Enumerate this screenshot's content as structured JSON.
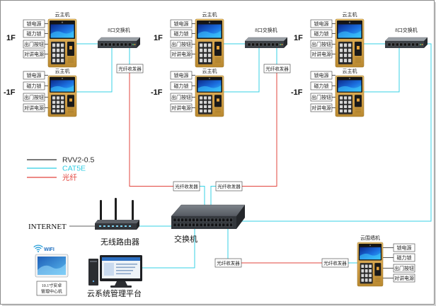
{
  "colors": {
    "rvv_line": "#2b2b2b",
    "cat5e_line": "#37d2e6",
    "fiber_line": "#e2453e",
    "panel_gold": "#d8aa52",
    "switch_body": "#3b4046",
    "frame": "#8c8c8c"
  },
  "legend": [
    {
      "label": "RVV2-0.5",
      "color": "#2b2b2b"
    },
    {
      "label": "CAT5E",
      "color": "#2fcde3"
    },
    {
      "label": "光纤",
      "color": "#e2453e"
    }
  ],
  "groups": [
    {
      "upper": {
        "floor": "1F",
        "host_label": "云主机",
        "terminals": [
          "锁电源",
          "磁力锁",
          "出门按钮",
          "对讲电源"
        ]
      },
      "lower": {
        "floor": "-1F",
        "host_label": "云主机",
        "terminals": [
          "锁电源",
          "磁力锁",
          "出门按钮",
          "对讲电源"
        ]
      },
      "switch_label": "8口交换机",
      "transceiver_label": "光纤收发器"
    },
    {
      "upper": {
        "floor": "1F",
        "host_label": "云主机",
        "terminals": [
          "锁电源",
          "磁力锁",
          "出门按钮",
          "对讲电源"
        ]
      },
      "lower": {
        "floor": "-1F",
        "host_label": "云主机",
        "terminals": [
          "锁电源",
          "磁力锁",
          "出门按钮",
          "对讲电源"
        ]
      },
      "switch_label": "8口交换机",
      "transceiver_label": "光纤收发器"
    },
    {
      "upper": {
        "floor": "1F",
        "host_label": "云主机",
        "terminals": [
          "锁电源",
          "磁力锁",
          "出门按钮",
          "对讲电源"
        ]
      },
      "lower": {
        "floor": "-1F",
        "host_label": "云主机",
        "terminals": [
          "锁电源",
          "磁力锁",
          "出门按钮",
          "对讲电源"
        ]
      },
      "switch_label": "8口交换机"
    }
  ],
  "core": {
    "switch_label": "交换机",
    "transceivers": [
      "光纤收发器",
      "光纤收发器"
    ]
  },
  "internet": {
    "label": "INTERNET"
  },
  "router": {
    "label": "无线路由器"
  },
  "tablet": {
    "wifi_label": "WIFI",
    "caption": [
      "10.1寸安卓",
      "管理中心机"
    ]
  },
  "pc": {
    "label": "云系统管理平台"
  },
  "wall_link": {
    "transceivers": [
      "光纤收发器",
      "光纤收发器"
    ]
  },
  "wall_unit": {
    "label": "云围墙机",
    "terminals": [
      "锁电源",
      "磁力锁",
      "出门按钮",
      "对讲电源"
    ]
  }
}
